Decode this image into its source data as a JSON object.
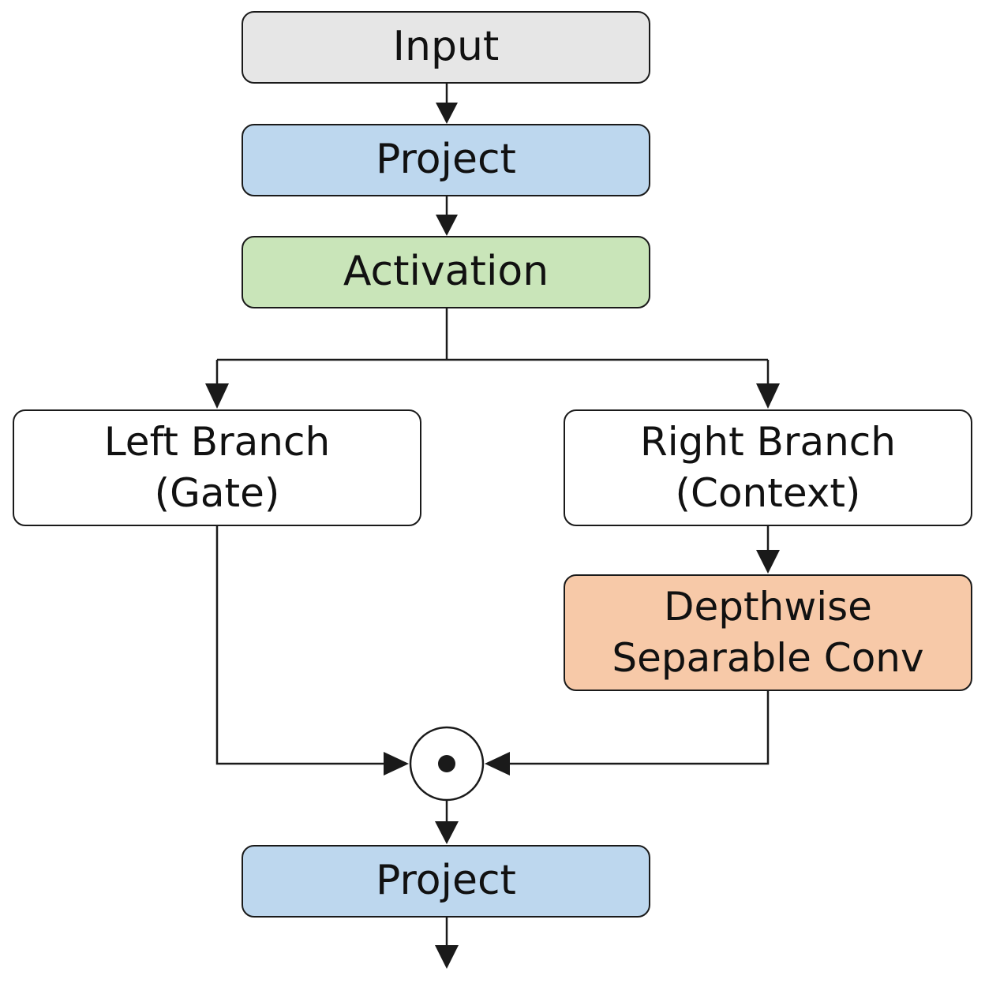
{
  "nodes": {
    "input": "Input",
    "project_top": "Project",
    "activation": "Activation",
    "left_branch": {
      "line1": "Left Branch",
      "line2": "(Gate)"
    },
    "right_branch": {
      "line1": "Right Branch",
      "line2": "(Context)"
    },
    "depthwise": {
      "line1": "Depthwise",
      "line2": "Separable Conv"
    },
    "project_bottom": "Project"
  },
  "colors": {
    "input": "#e6e6e6",
    "project": "#bdd7ee",
    "activation": "#c9e5b9",
    "branch": "#ffffff",
    "depthwise": "#f7c9a8",
    "line": "#1a1a1a"
  },
  "symbols": {
    "elementwise_multiply": "elementwise-product-operator"
  }
}
